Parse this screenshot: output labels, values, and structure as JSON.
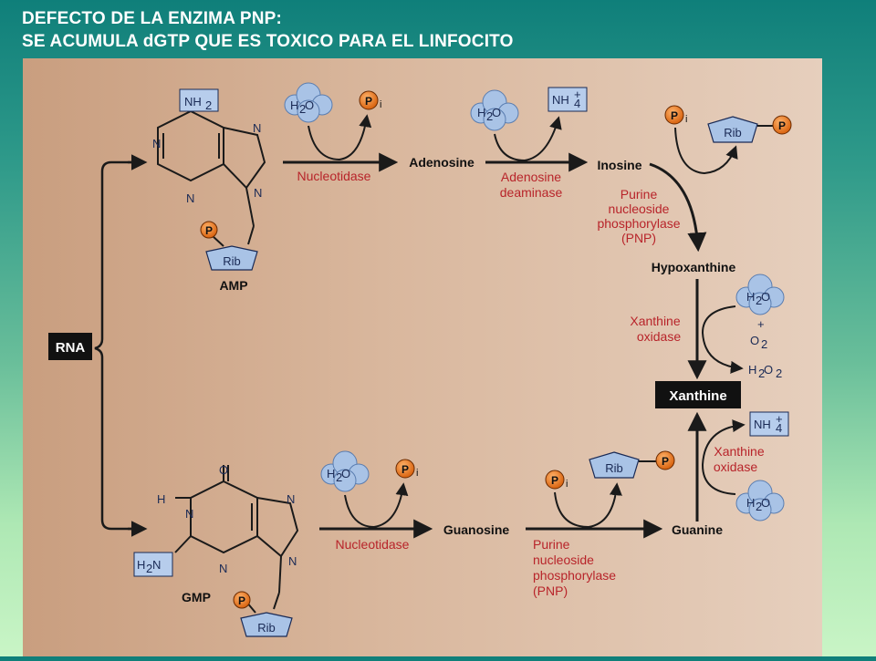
{
  "heading": {
    "line1": "DEFECTO DE LA ENZIMA PNP:",
    "line2": "SE ACUMULA dGTP QUE ES TOXICO PARA EL LINFOCITO"
  },
  "molecules": {
    "rna": "RNA",
    "amp": "AMP",
    "gmp": "GMP",
    "adenosine": "Adenosine",
    "inosine": "Inosine",
    "hypoxanthine": "Hypoxanthine",
    "xanthine": "Xanthine",
    "guanosine": "Guanosine",
    "guanine": "Guanine"
  },
  "enzymes": {
    "nucleotidase": "Nucleotidase",
    "adenosine_deaminase_1": "Adenosine",
    "adenosine_deaminase_2": "deaminase",
    "pnp_1": "Purine",
    "pnp_2": "nucleoside",
    "pnp_3": "phosphorylase",
    "pnp_4": "(PNP)",
    "xanthine_oxidase_1": "Xanthine",
    "xanthine_oxidase_2": "oxidase"
  },
  "groups": {
    "water_h": "H",
    "water_sub": "2",
    "water_o": "O",
    "phosphate": "P",
    "phosphate_sub": "i",
    "ribose": "Rib",
    "ammonium_base": "NH",
    "ammonium_sub": "4",
    "ammonium_sup": "+",
    "amine_base": "NH",
    "amine_sub": "2",
    "oxygen_base": "O",
    "oxygen_sub": "2",
    "peroxide_h": "H",
    "peroxide_sub1": "2",
    "peroxide_o": "O",
    "peroxide_sub2": "2",
    "plus": "+",
    "n": "N",
    "h": "H",
    "o": "O",
    "h2n_h": "H",
    "h2n_sub": "2",
    "h2n_n": "N"
  },
  "colors": {
    "arrow": "#1a1a1a",
    "enzyme_text": "#b8242a",
    "water_cloud": "#a9c3e6",
    "phosphate_circle": "#e8731c",
    "ribose_pentagon": "#a9c3e6",
    "label_box": "#b7cdec",
    "black_box": "#111111"
  }
}
